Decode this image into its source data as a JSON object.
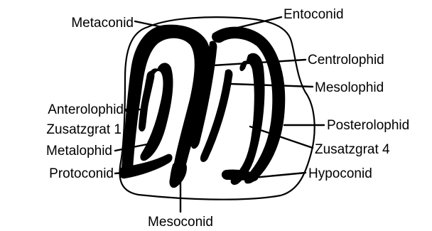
{
  "labels": {
    "metaconid": "Metaconid",
    "entoconid": "Entoconid",
    "centrolophid": "Centrolophid",
    "mesolophid": "Mesolophid",
    "anterolophid": "Anterolophid",
    "zusatzgrat1": "Zusatzgrat 1",
    "posterolophid": "Posterolophid",
    "metalophid": "Metalophid",
    "zusatzgrat4": "Zusatzgrat 4",
    "protoconid": "Protoconid",
    "hypoconid": "Hypoconid",
    "mesoconid": "Mesoconid"
  }
}
